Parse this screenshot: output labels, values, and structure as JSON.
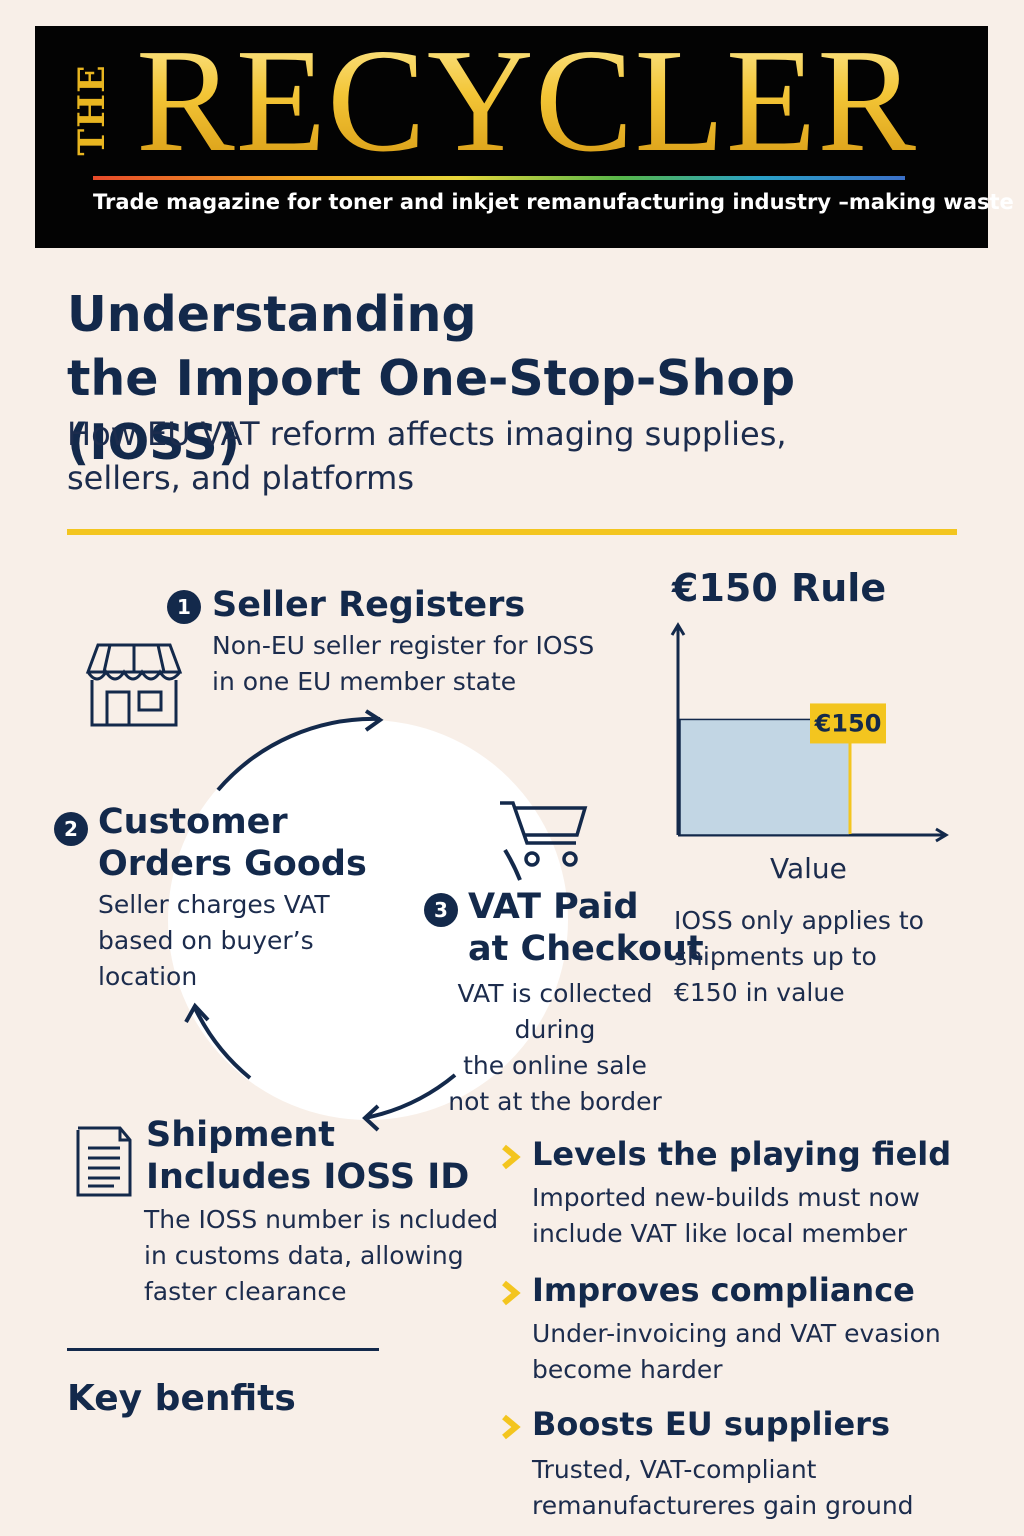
{
  "masthead": {
    "the": "THE",
    "title": "RECYCLER",
    "tagline": "Trade magazine for toner and inkjet remanufacturing industry –making waste"
  },
  "headline": {
    "title_line1": "Understanding",
    "title_line2": "the Import One-Stop-Shop (IOSS)",
    "subtitle_line1": "How EU VAT reform affects imaging supplies,",
    "subtitle_line2": "sellers, and platforms"
  },
  "steps": [
    {
      "number": "1",
      "title": "Seller Registers",
      "desc_lines": [
        "Non-EU seller register for IOSS",
        "in one EU member state"
      ],
      "icon": "storefront-icon"
    },
    {
      "number": "2",
      "title_lines": [
        "Customer",
        "Orders Goods"
      ],
      "desc_lines": [
        "Seller charges VAT",
        "based on buyer’s",
        "location"
      ]
    },
    {
      "number": "3",
      "title_lines": [
        "VAT Paid",
        "at Checkout"
      ],
      "desc_lines": [
        "VAT is collected during",
        "the online sale",
        "not at the border"
      ],
      "icon": "shopping-cart-icon"
    },
    {
      "title_lines": [
        "Shipment",
        "Includes IOSS ID"
      ],
      "desc_lines": [
        "The IOSS number is ncluded",
        "in customs data, allowing",
        "faster clearance"
      ],
      "icon": "document-icon"
    }
  ],
  "rule150": {
    "title": "€150 Rule",
    "desc_lines": [
      "IOSS only applies to",
      "shipments up to",
      "€150 in value"
    ]
  },
  "chart_data": {
    "type": "bar",
    "categories": [
      ""
    ],
    "values": [
      150
    ],
    "value_label": "€150",
    "xlabel": "Value",
    "ylabel": "",
    "ylim": [
      0,
      270
    ],
    "grid": false,
    "colors": {
      "bar": "#c2d6e4",
      "marker": "#f3c51f",
      "axis": "#13294b"
    }
  },
  "key_benefits": {
    "title": "Key benfits",
    "items": [
      {
        "title": "Levels the playing field",
        "desc_lines": [
          "Imported new-builds must now",
          "include VAT like local member"
        ]
      },
      {
        "title": "Improves compliance",
        "desc_lines": [
          "Under-invoicing and VAT evasion",
          "become harder"
        ]
      },
      {
        "title": "Boosts EU suppliers",
        "desc_lines": [
          "Trusted, VAT-compliant",
          "remanufactureres gain ground"
        ]
      }
    ]
  },
  "colors": {
    "background": "#f8efe8",
    "navy": "#13294b",
    "accent_yellow": "#f3c51f",
    "masthead_black": "#030303"
  }
}
